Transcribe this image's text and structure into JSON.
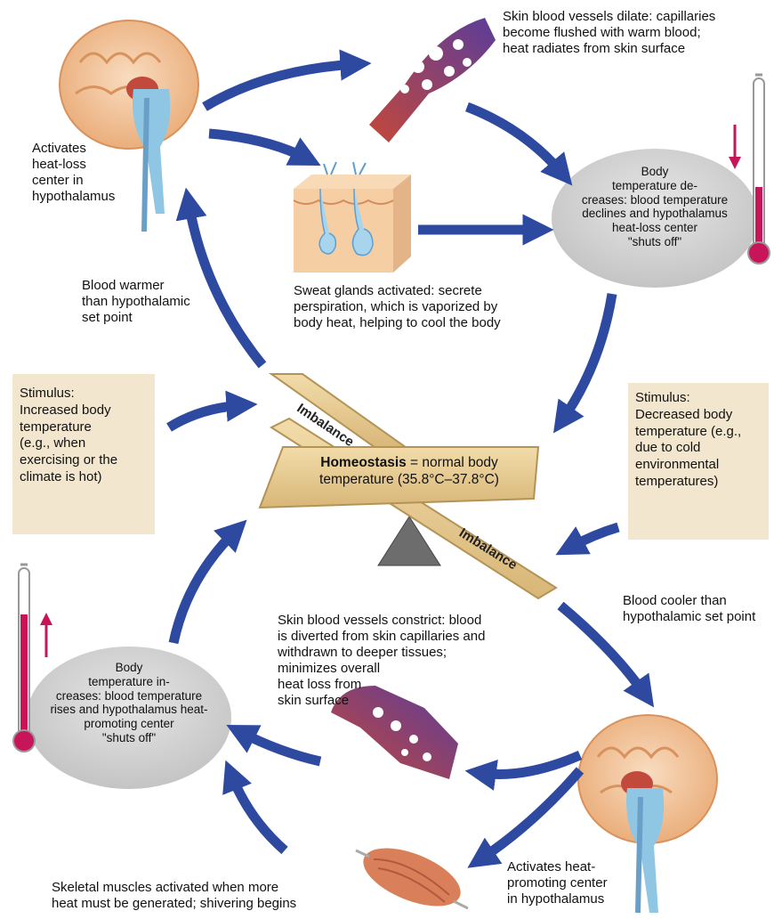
{
  "colors": {
    "arrow": "#2e4aa0",
    "plank": "#e4c88c",
    "plank_edge": "#b39356",
    "stimulus_box": "#f3e6cf",
    "oval": "#d4d4d4",
    "thermo_red": "#c8155a",
    "brain": "#f2c59c",
    "vessel_red": "#c4473a",
    "vessel_purple": "#7d3f8e",
    "skin": "#f5cfa3",
    "fulcrum": "#6d6d6d"
  },
  "icons": [
    "brain-icon",
    "blood-vessel-icon",
    "skin-section-icon",
    "thermometer-icon",
    "muscle-icon",
    "fulcrum-icon"
  ],
  "top": {
    "vessels_dilate": "Skin blood vessels dilate: capillaries\nbecome flushed with warm blood;\nheat radiates from skin surface",
    "heat_loss_center": "Activates\nheat-loss\ncenter in\nhypothalamus",
    "sweat_glands": "Sweat glands activated: secrete\nperspiration, which is vaporized by\nbody heat, helping to cool the body",
    "temp_decreases": "Body\ntemperature de-\ncreases: blood temperature\ndeclines and hypothalamus\nheat-loss center\n\"shuts off\"",
    "blood_warmer": "Blood warmer\nthan hypothalamic\nset point"
  },
  "middle": {
    "stimulus_increase": "Stimulus:\nIncreased body\ntemperature\n(e.g., when\nexercising or the\nclimate is hot)",
    "stimulus_decrease": "Stimulus:\nDecreased body\ntemperature (e.g.,\ndue to cold\nenvironmental\ntemperatures)",
    "imbalance_upper": "Imbalance",
    "imbalance_lower": "Imbalance",
    "homeostasis_bold": "Homeostasis",
    "homeostasis_rest": " = normal body",
    "homeostasis_line2": "temperature (35.8°C–37.8°C)"
  },
  "bottom": {
    "blood_cooler": "Blood cooler than\nhypothalamic set point",
    "vessels_constrict": "Skin blood vessels constrict: blood\nis diverted from skin capillaries and\n         withdrawn to deeper tissues;\n                   minimizes overall\n                      heat loss from\n                         skin surface",
    "temp_increases": "Body\ntemperature in-\ncreases: blood temperature\nrises and hypothalamus heat-\npromoting center\n\"shuts off\"",
    "skeletal_muscles": "Skeletal muscles activated when more\nheat must be generated; shivering begins",
    "heat_promoting_center": "Activates heat-\npromoting center\nin hypothalamus"
  }
}
